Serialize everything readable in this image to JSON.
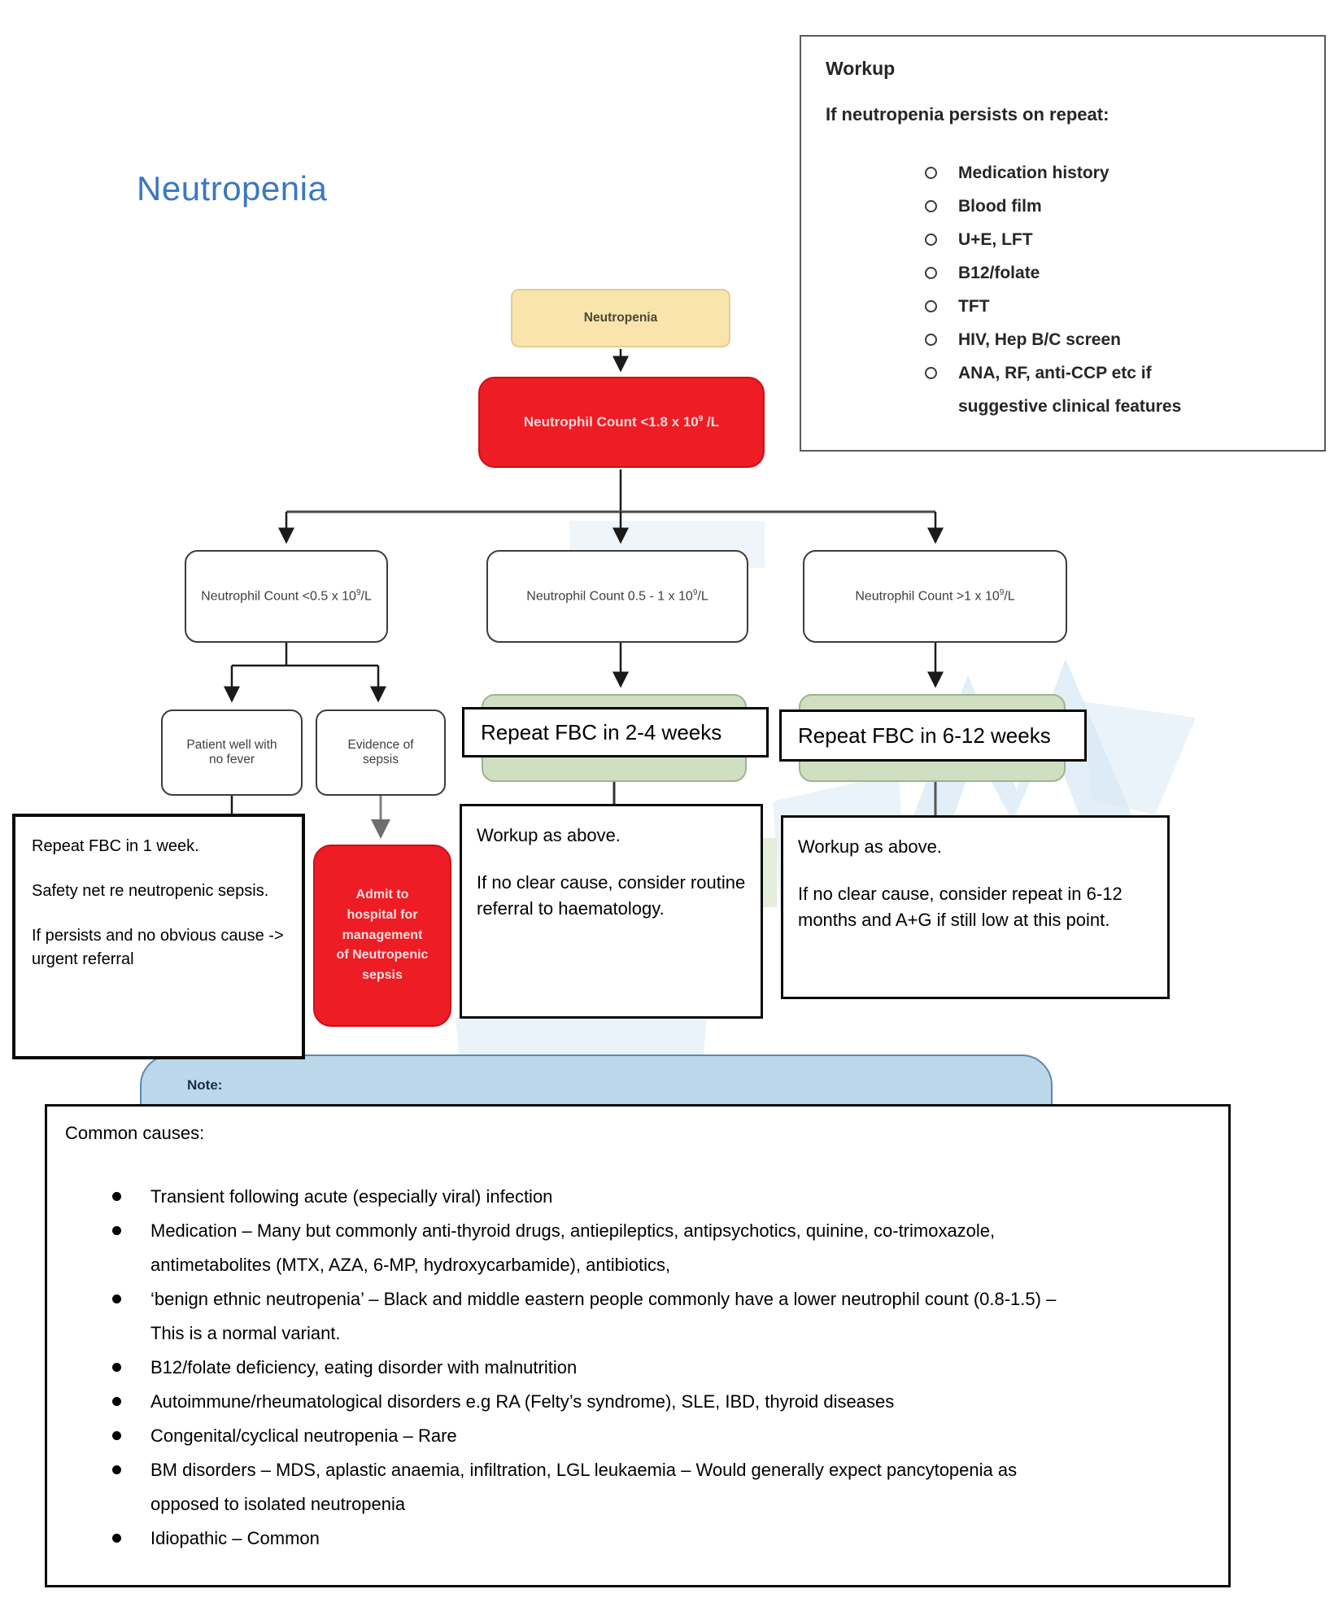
{
  "title": "Neutropenia",
  "colors": {
    "title_blue": "#3b77c1",
    "alert_red": "#ee1c24",
    "start_yellow": "#f9e4ab",
    "green_fill": "#cfe0c2",
    "note_blue": "#bdd7ea",
    "box_border_dark": "#3c3c3c"
  },
  "workup_panel": {
    "title": "Workup",
    "intro": "If neutropenia persists on repeat:",
    "items": [
      "Medication history",
      "Blood film",
      "U+E, LFT",
      "B12/folate",
      "TFT",
      "HIV, Hep B/C screen",
      "ANA, RF, anti-CCP etc if suggestive clinical features"
    ]
  },
  "flow": {
    "start_label": "Neutropenia",
    "root": {
      "pre": "Neutrophil Count <1.8 x 10",
      "sup": "9",
      "post": " /L"
    },
    "branch_low": {
      "pre": "Neutrophil Count <0.5 x 10",
      "sup": "9",
      "post": "/L"
    },
    "branch_mid": {
      "pre": "Neutrophil Count 0.5 - 1 x 10",
      "sup": "9",
      "post": "/L"
    },
    "branch_high": {
      "pre": "Neutrophil Count >1 x 10",
      "sup": "9",
      "post": "/L"
    },
    "patient_well_label": "Patient well with\nno fever",
    "sepsis_label": "Evidence of\nsepsis",
    "admit_label": "Admit to\nhospital for\nmanagement\nof Neutropenic\nsepsis",
    "repeat_2_4_label": "Repeat FBC in 2-4 weeks",
    "repeat_6_12_label": "Repeat FBC in 6-12 weeks",
    "well_note": {
      "p1": "Repeat FBC in 1 week.",
      "p2": "Safety net re neutropenic sepsis.",
      "p3": "If persists and no obvious cause -> urgent referral"
    },
    "mid_note": {
      "p1": "Workup as above.",
      "p2": "If no clear cause, consider routine referral to haematology."
    },
    "high_note": {
      "p1": "Workup as above.",
      "p2": "If no clear cause, consider repeat in 6-12 months and A+G if still low at this point."
    }
  },
  "note_panel": {
    "label": "Note:"
  },
  "common_causes": {
    "title": "Common causes:",
    "bullets": [
      "Transient following acute (especially viral) infection",
      "Medication – Many but commonly anti-thyroid drugs, antiepileptics, antipsychotics, quinine, co-trimoxazole, antimetabolites (MTX, AZA, 6-MP, hydroxycarbamide), antibiotics,",
      "‘benign ethnic neutropenia’ – Black and middle eastern people commonly have a lower neutrophil count (0.8-1.5) – This is a normal variant.",
      "B12/folate deficiency, eating disorder with malnutrition",
      "Autoimmune/rheumatological disorders e.g  RA (Felty’s syndrome), SLE, IBD, thyroid diseases",
      "Congenital/cyclical neutropenia – Rare",
      "BM disorders – MDS, aplastic anaemia, infiltration, LGL leukaemia – Would generally expect pancytopenia as opposed to isolated neutropenia",
      "Idiopathic – Common"
    ]
  }
}
